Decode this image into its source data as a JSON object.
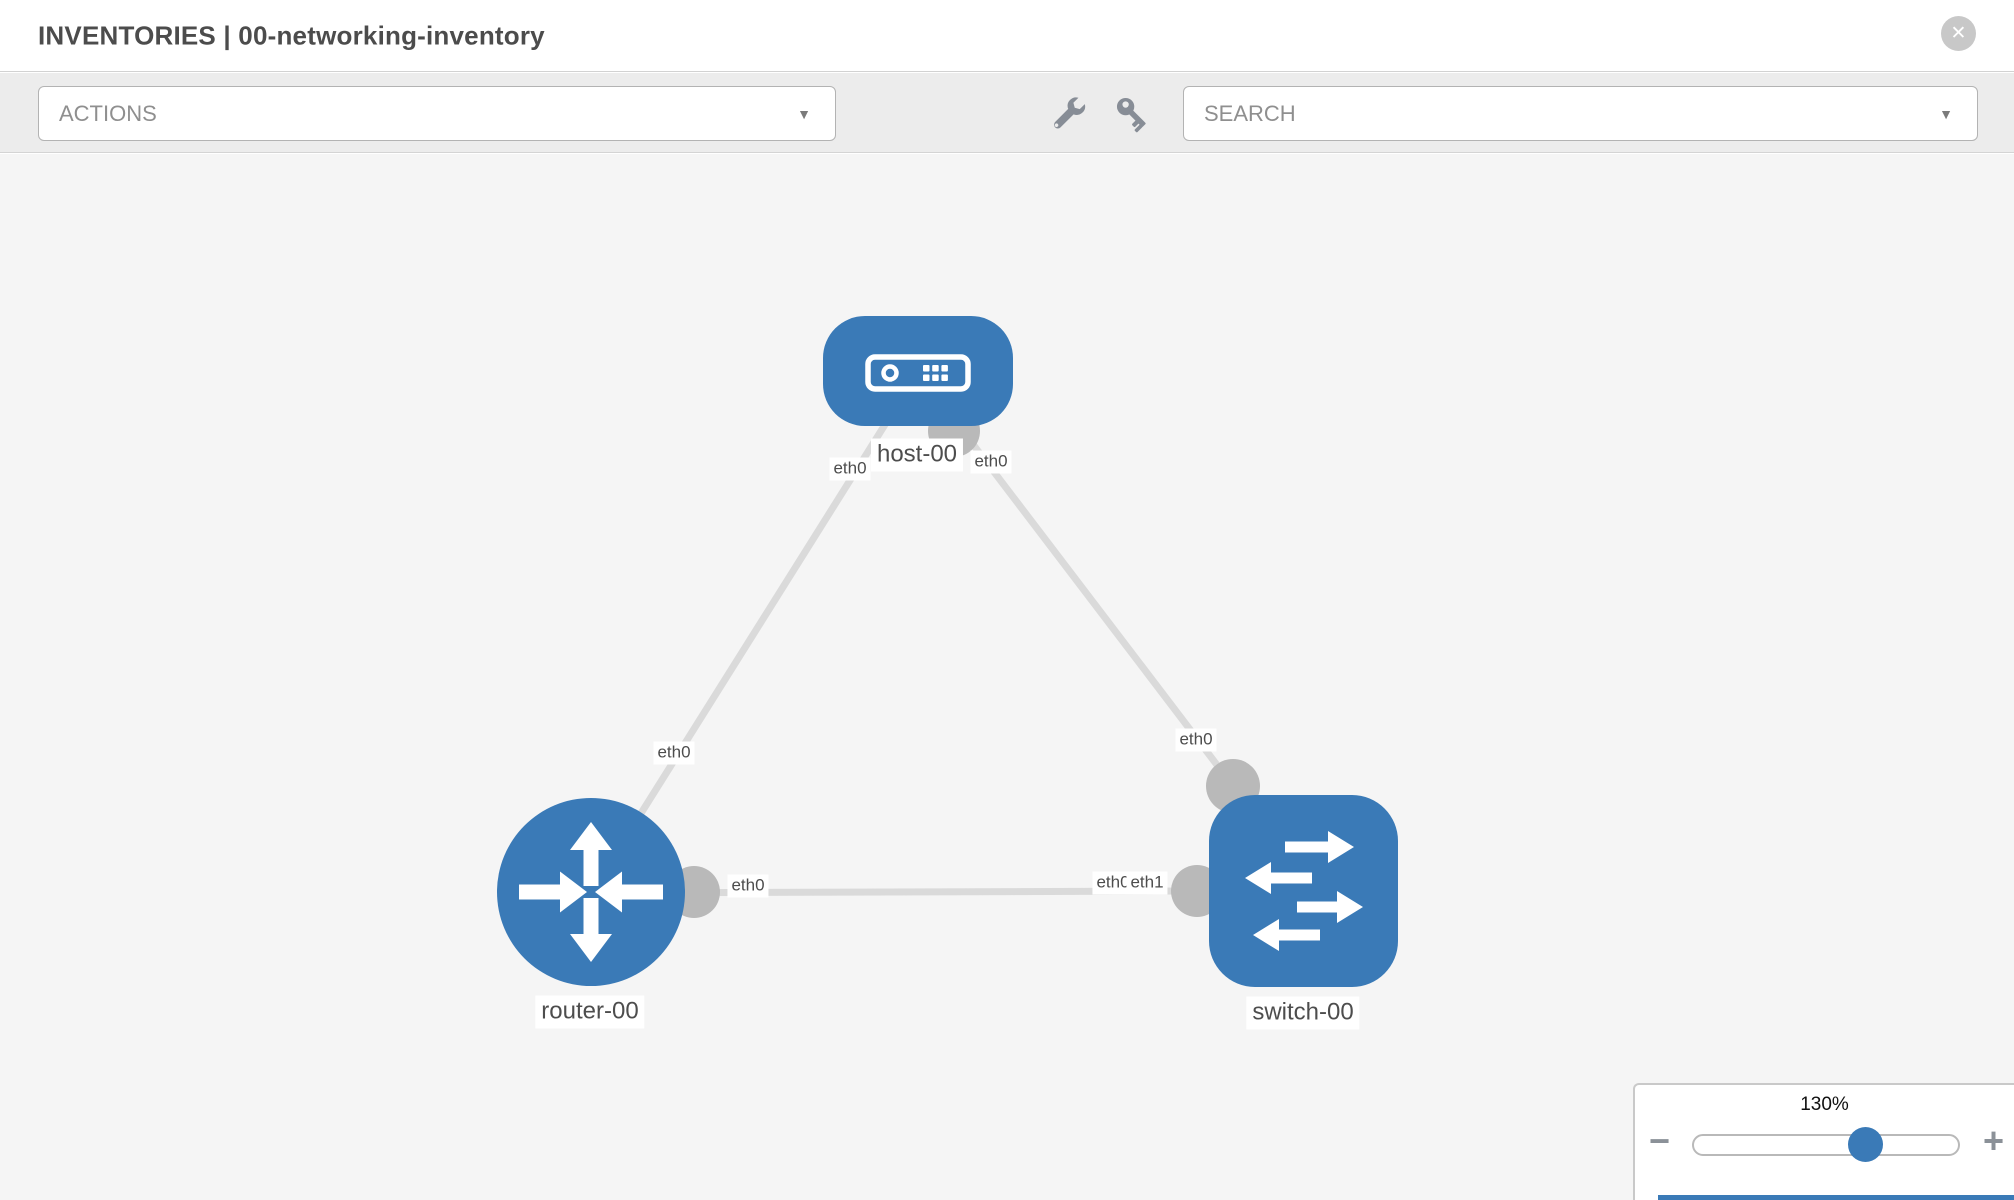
{
  "header": {
    "title": "INVENTORIES | 00-networking-inventory",
    "close_glyph": "✕"
  },
  "toolbar": {
    "actions_label": "ACTIONS",
    "search_label": "SEARCH",
    "caret_glyph": "▼",
    "icons": [
      "wrench-icon",
      "key-icon"
    ]
  },
  "diagram": {
    "nodes": [
      {
        "label": "host-00",
        "type": "host"
      },
      {
        "label": "router-00",
        "type": "router"
      },
      {
        "label": "switch-00",
        "type": "switch"
      }
    ],
    "links": [
      {
        "from": "router-00",
        "to": "host-00",
        "from_iface": "eth0",
        "to_iface": "eth0"
      },
      {
        "from": "host-00",
        "to": "switch-00",
        "from_iface": "eth0",
        "to_iface": "eth0"
      },
      {
        "from": "router-00",
        "to": "switch-00",
        "from_iface": "eth0",
        "to_iface": "eth1"
      }
    ],
    "iface_labels": [
      {
        "text": "eth0"
      },
      {
        "text": "eth0"
      },
      {
        "text": "eth0"
      },
      {
        "text": "eth0"
      },
      {
        "text": "eth0"
      },
      {
        "text": "eth0"
      },
      {
        "text": "eth1"
      }
    ]
  },
  "zoom": {
    "value": "130%",
    "minus_glyph": "−",
    "plus_glyph": "+"
  },
  "colors": {
    "accent_blue": "#3a7ab7",
    "link_gray": "#dadada",
    "connector_gray": "#b9b9b9",
    "canvas_bg": "#f5f5f5"
  }
}
